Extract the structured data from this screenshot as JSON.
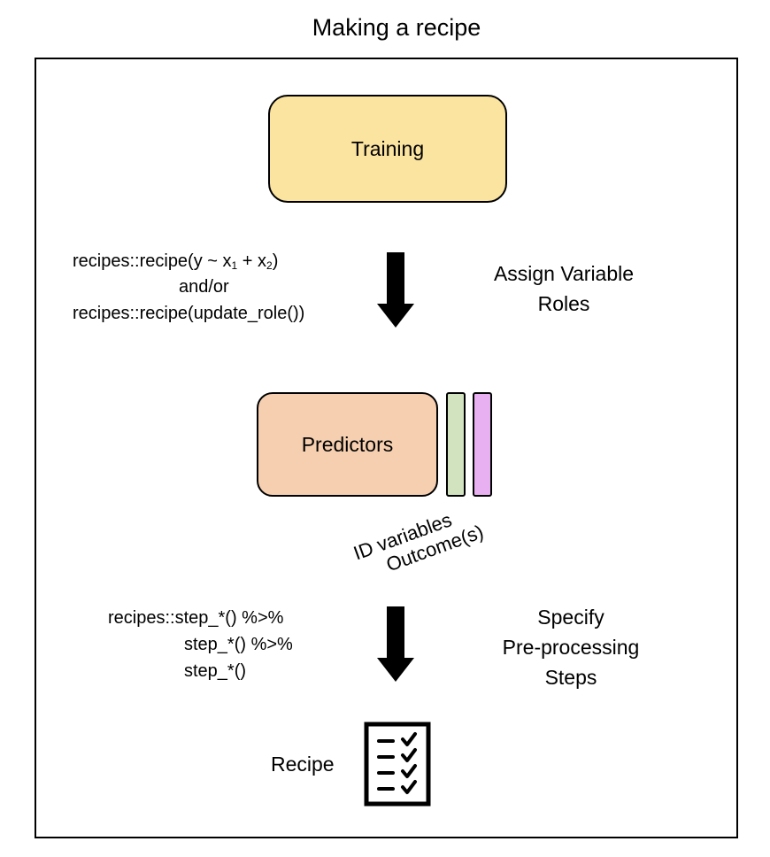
{
  "title": "Making a recipe",
  "nodes": {
    "training": "Training",
    "predictors": "Predictors",
    "recipe": "Recipe"
  },
  "step1": {
    "code_line1_prefix": "recipes::recipe(y ~ x",
    "code_line1_sub1": "1",
    "code_line1_mid": " + x",
    "code_line1_sub2": "2",
    "code_line1_suffix": ")",
    "code_line2": "and/or",
    "code_line3": "recipes::recipe(update_role())",
    "label_line1": "Assign Variable",
    "label_line2": "Roles"
  },
  "role_labels": {
    "id_variables": "ID variables",
    "outcomes": "Outcome(s)"
  },
  "step2": {
    "code_line1": "recipes::step_*() %>%",
    "code_line2": "step_*() %>%",
    "code_line3": "step_*()",
    "label_line1": "Specify",
    "label_line2": "Pre-processing",
    "label_line3": "Steps"
  },
  "colors": {
    "training_fill": "#fbe3a0",
    "predictors_fill": "#f5cfb0",
    "id_bar_fill": "#d2e3c0",
    "outcome_bar_fill": "#e8b0f0"
  }
}
